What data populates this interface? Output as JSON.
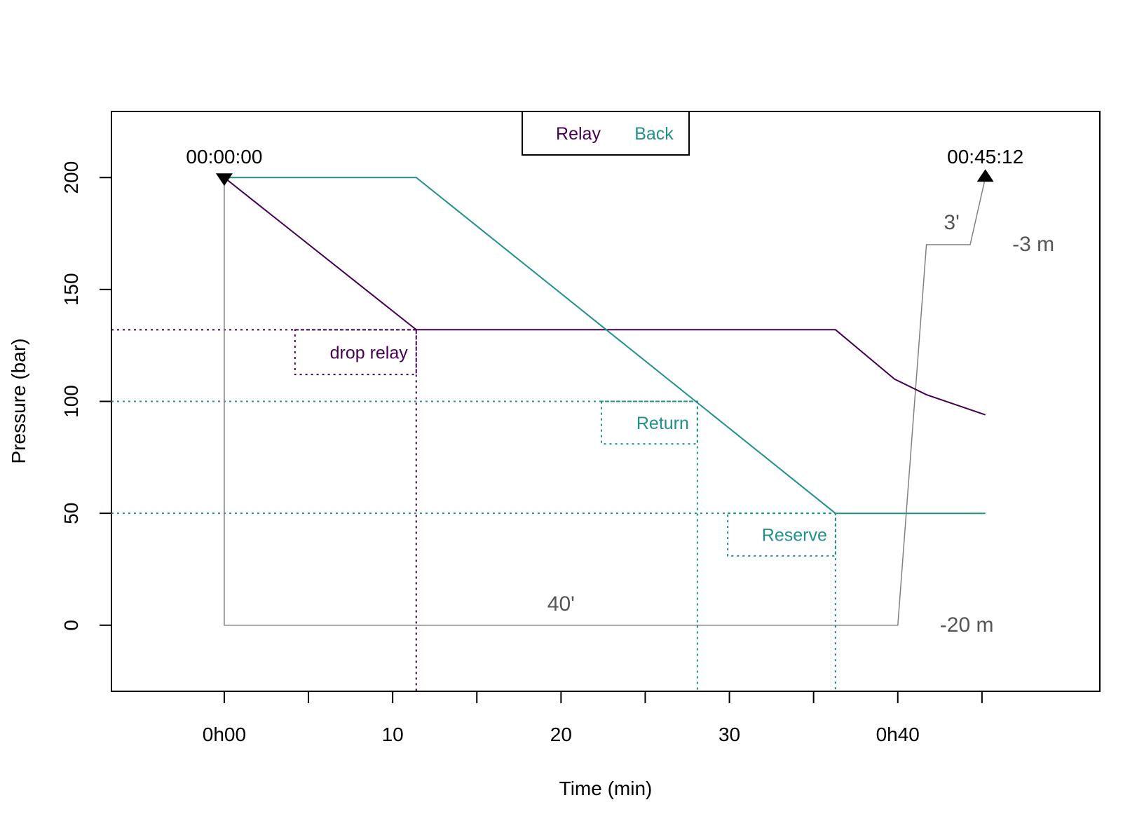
{
  "chart_data": {
    "type": "line",
    "xlabel": "Time (min)",
    "ylabel": "Pressure (bar)",
    "xlim": [
      -6.7,
      52
    ],
    "ylim": [
      -29.5,
      229.5
    ],
    "x_ticks": [
      {
        "value": 0,
        "label": "0h00"
      },
      {
        "value": 5,
        "label": ""
      },
      {
        "value": 10,
        "label": "10"
      },
      {
        "value": 15,
        "label": ""
      },
      {
        "value": 20,
        "label": "20"
      },
      {
        "value": 25,
        "label": ""
      },
      {
        "value": 30,
        "label": "30"
      },
      {
        "value": 35,
        "label": ""
      },
      {
        "value": 40,
        "label": "0h40"
      },
      {
        "value": 45,
        "label": ""
      }
    ],
    "y_ticks": [
      {
        "value": 0,
        "label": "0"
      },
      {
        "value": 50,
        "label": "50"
      },
      {
        "value": 100,
        "label": "100"
      },
      {
        "value": 150,
        "label": "150"
      },
      {
        "value": 200,
        "label": "200"
      }
    ],
    "grid": false,
    "legend": {
      "placement": "top-center"
    },
    "colors": {
      "relay": "#440154",
      "back": "#21908C",
      "profile": "#808080",
      "text_gray": "#555555"
    },
    "series": [
      {
        "name": "Relay",
        "color": "#440154",
        "x": [
          0,
          11.4,
          36.3,
          39.8,
          41.7,
          45.2
        ],
        "y": [
          200,
          132,
          132,
          110,
          103,
          94
        ]
      },
      {
        "name": "Back",
        "color": "#21908C",
        "x": [
          0,
          11.4,
          36.3,
          45.2
        ],
        "y": [
          200,
          200,
          50,
          50
        ]
      }
    ],
    "dive_profile": {
      "color": "#808080",
      "x": [
        0,
        0,
        40,
        41.7,
        44.3,
        45.2
      ],
      "y": [
        200,
        0,
        0,
        170,
        170,
        200
      ]
    },
    "annotations": [
      {
        "id": "drop-relay",
        "label": "drop relay",
        "pressure": 132,
        "time": 11.4,
        "box_x": [
          4.2,
          11.4
        ],
        "box_y": [
          112,
          132
        ],
        "color": "#440154"
      },
      {
        "id": "return",
        "label": "Return",
        "pressure": 100,
        "time": 28.1,
        "box_x": [
          22.4,
          28.1
        ],
        "box_y": [
          81,
          100
        ],
        "color": "#21908C"
      },
      {
        "id": "reserve",
        "label": "Reserve",
        "pressure": 50,
        "time": 36.3,
        "box_x": [
          29.9,
          36.3
        ],
        "box_y": [
          31,
          50
        ],
        "color": "#21908C"
      }
    ],
    "time_labels": [
      {
        "id": "start",
        "text": "00:00:00",
        "x": 0,
        "y": 200,
        "marker": "down"
      },
      {
        "id": "end",
        "text": "00:45:12",
        "x": 45.2,
        "y": 200,
        "marker": "up"
      }
    ],
    "profile_labels": [
      {
        "id": "bottom-time",
        "text": "40'",
        "x": 20,
        "y": 0
      },
      {
        "id": "bottom-depth",
        "text": "-20 m",
        "x": 42.5,
        "y": 0
      },
      {
        "id": "stop-time",
        "text": "3'",
        "x": 43.2,
        "y": 170
      },
      {
        "id": "stop-depth",
        "text": "-3 m",
        "x": 46.8,
        "y": 170
      }
    ]
  }
}
